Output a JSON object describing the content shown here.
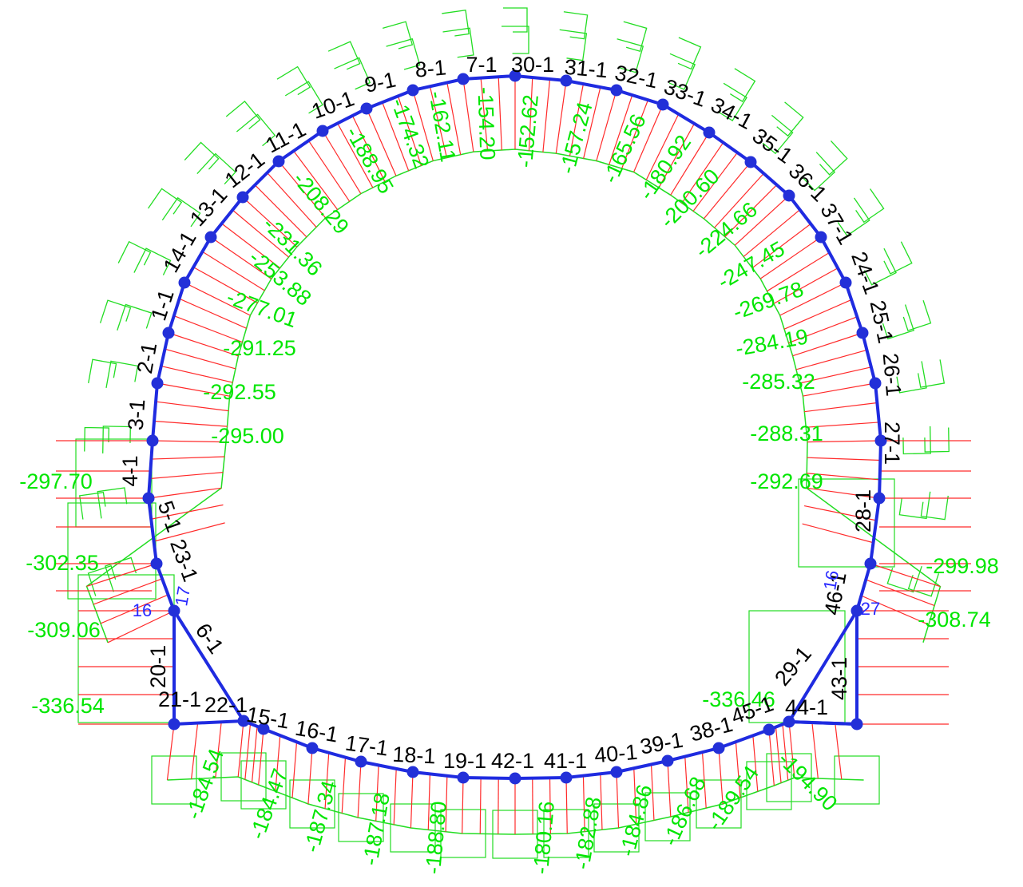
{
  "colors": {
    "frame": "#1f2be0",
    "node": "#2330d8",
    "force": "#ff2a2a",
    "envelope": "#22dd22",
    "text": "#000000",
    "value_text": "#00e600",
    "small_text": "#2a2aff"
  },
  "node_labels": [
    "8-1",
    "7-1",
    "30-1",
    "31-1",
    "32-1",
    "33-1",
    "34-1",
    "35-1",
    "36-1",
    "37-1",
    "24-1",
    "25-1",
    "26-1",
    "27-1",
    "28-1",
    "9-1",
    "10-1",
    "11-1",
    "12-1",
    "13-1",
    "14-1",
    "1-1",
    "2-1",
    "3-1",
    "4-1",
    "5-1",
    "23-1",
    "20-1",
    "6-1",
    "21-1",
    "22-1",
    "15-1",
    "16-1",
    "17-1",
    "18-1",
    "19-1",
    "42-1",
    "41-1",
    "40-1",
    "39-1",
    "38-1",
    "45-1",
    "44-1",
    "46-1",
    "29-1",
    "43-1"
  ],
  "small_labels": [
    "17",
    "16",
    "16",
    "27"
  ],
  "force_values": [
    "-297.70",
    "-302.35",
    "-309.06",
    "-336.54",
    "-295.00",
    "-292.55",
    "-291.25",
    "-277.01",
    "-253.88",
    "-231.36",
    "-208.29",
    "-188.95",
    "-174.32",
    "-162.11",
    "-154.20",
    "-152.62",
    "-157.24",
    "-165.56",
    "-180.92",
    "-200.60",
    "-224.66",
    "-247.45",
    "-269.78",
    "-284.19",
    "-285.32",
    "-288.31",
    "-292.69",
    "-299.98",
    "-308.74",
    "-336.46",
    "-184.54",
    "-184.47",
    "-187.34",
    "-187.18",
    "-188.80",
    "-180.16",
    "-182.88",
    "-184.86",
    "-186.68",
    "-189.54",
    "-194.90"
  ]
}
